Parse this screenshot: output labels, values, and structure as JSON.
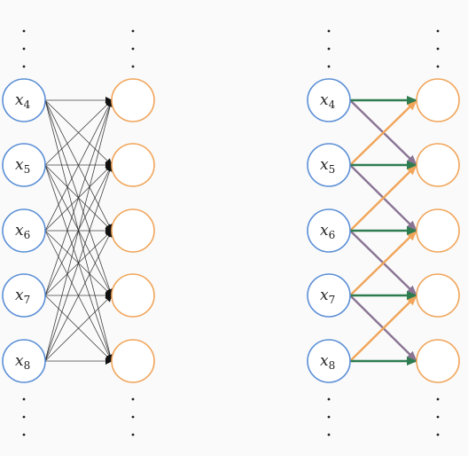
{
  "colors": {
    "background": "#fafafa",
    "input_node": "#5b8fd6",
    "output_node": "#f0a55a",
    "dense_edge": "#222222",
    "same_index_edge": "#2e7d50",
    "to_lower_edge": "#8a7494",
    "to_upper_edge": "#f0a55a",
    "ellipsis": "#222222"
  },
  "left_panel": {
    "inputs": [
      {
        "var": "x",
        "sub": "4"
      },
      {
        "var": "x",
        "sub": "5"
      },
      {
        "var": "x",
        "sub": "6"
      },
      {
        "var": "x",
        "sub": "7"
      },
      {
        "var": "x",
        "sub": "8"
      }
    ],
    "output_count": 5,
    "connectivity": "dense"
  },
  "right_panel": {
    "inputs": [
      {
        "var": "x",
        "sub": "4"
      },
      {
        "var": "x",
        "sub": "5"
      },
      {
        "var": "x",
        "sub": "6"
      },
      {
        "var": "x",
        "sub": "7"
      },
      {
        "var": "x",
        "sub": "8"
      }
    ],
    "output_count": 5,
    "connectivity": "local",
    "kernel_offsets": [
      -1,
      0,
      1
    ]
  }
}
